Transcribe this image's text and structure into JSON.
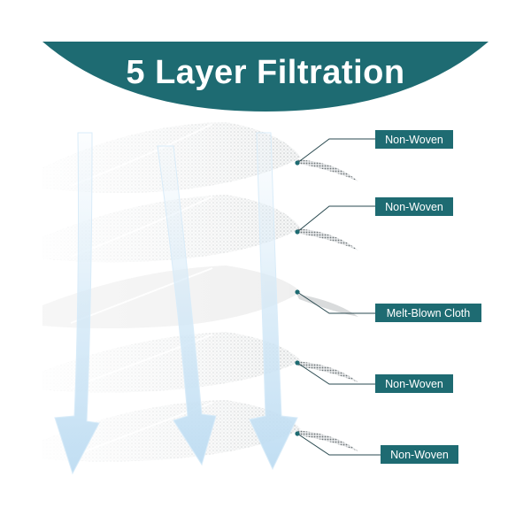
{
  "banner": {
    "title": "5 Layer Filtration",
    "color": "#1e6b72"
  },
  "layers": [
    {
      "label": "Non-Woven",
      "material": "non-woven"
    },
    {
      "label": "Non-Woven",
      "material": "non-woven"
    },
    {
      "label": "Melt-Blown Cloth",
      "material": "melt-blown"
    },
    {
      "label": "Non-Woven",
      "material": "non-woven"
    },
    {
      "label": "Non-Woven",
      "material": "non-woven"
    }
  ],
  "colors": {
    "label_bg": "#1e6b72",
    "connector": "#2a4a50",
    "arrow": "#cfe6f6"
  }
}
